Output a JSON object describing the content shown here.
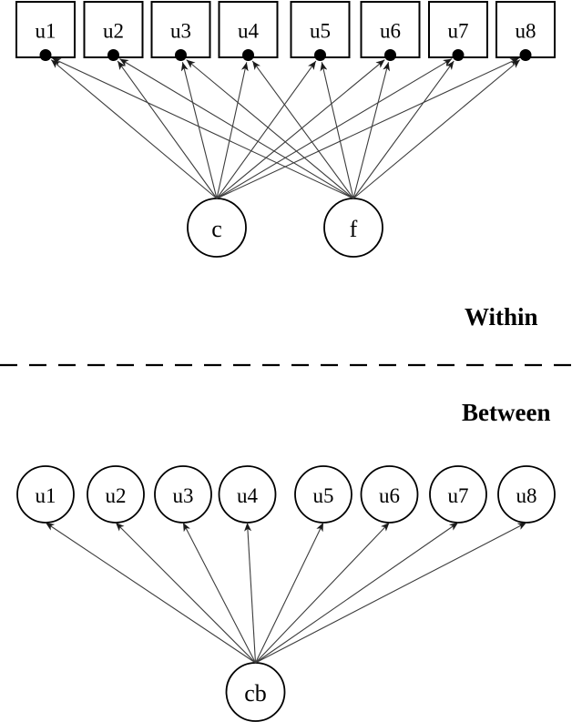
{
  "diagram": {
    "type": "multilevel-path-diagram",
    "sections": [
      {
        "id": "within",
        "label": "Within",
        "observed": [
          "u1",
          "u2",
          "u3",
          "u4",
          "u5",
          "u6",
          "u7",
          "u8"
        ],
        "observed_shape": "square",
        "latent": [
          "c",
          "f"
        ],
        "intercept_dots": true,
        "edges": [
          [
            "c",
            "u1"
          ],
          [
            "c",
            "u2"
          ],
          [
            "c",
            "u3"
          ],
          [
            "c",
            "u4"
          ],
          [
            "c",
            "u5"
          ],
          [
            "c",
            "u6"
          ],
          [
            "c",
            "u7"
          ],
          [
            "c",
            "u8"
          ],
          [
            "f",
            "u1"
          ],
          [
            "f",
            "u2"
          ],
          [
            "f",
            "u3"
          ],
          [
            "f",
            "u4"
          ],
          [
            "f",
            "u5"
          ],
          [
            "f",
            "u6"
          ],
          [
            "f",
            "u7"
          ],
          [
            "f",
            "u8"
          ]
        ]
      },
      {
        "id": "between",
        "label": "Between",
        "observed": [
          "u1",
          "u2",
          "u3",
          "u4",
          "u5",
          "u6",
          "u7",
          "u8"
        ],
        "observed_shape": "circle",
        "latent": [
          "cb"
        ],
        "intercept_dots": false,
        "edges": [
          [
            "cb",
            "u1"
          ],
          [
            "cb",
            "u2"
          ],
          [
            "cb",
            "u3"
          ],
          [
            "cb",
            "u4"
          ],
          [
            "cb",
            "u5"
          ],
          [
            "cb",
            "u6"
          ],
          [
            "cb",
            "u7"
          ],
          [
            "cb",
            "u8"
          ]
        ]
      }
    ],
    "separator_style": "dashed",
    "colors": {
      "ink": "#000000",
      "edge": "#3c3c3c",
      "background": "#ffffff"
    }
  }
}
